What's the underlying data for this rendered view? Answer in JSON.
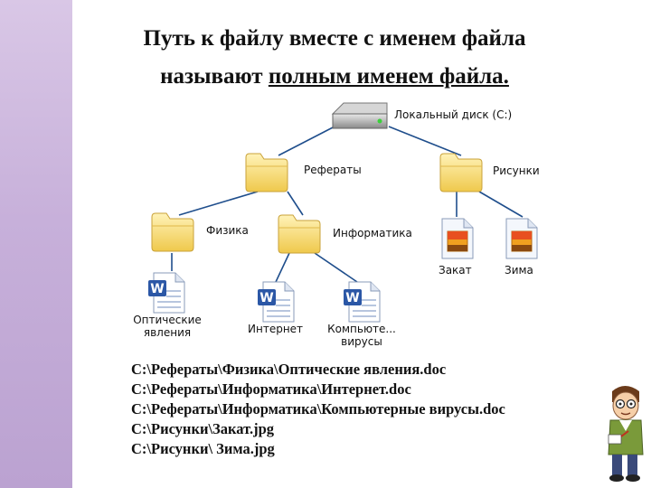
{
  "title": {
    "line1": "Путь к файлу вместе с именем файла",
    "line2_prefix": "называют ",
    "line2_underlined": "полным именем файла."
  },
  "tree": {
    "drive": "Локальный диск (C:)",
    "folder_referaty": "Рефераты",
    "folder_risunki": "Рисунки",
    "folder_fizika": "Физика",
    "folder_informatika": "Информатика",
    "file_zakat": "Закат",
    "file_zima": "Зима",
    "file_opticheskie_l1": "Оптические",
    "file_opticheskie_l2": "явления",
    "file_internet": "Интернет",
    "file_kompyuternye_l1": "Компьюте...",
    "file_kompyuternye_l2": "вирусы"
  },
  "paths": [
    "C:\\Рефераты\\Физика\\Оптические явления.doc",
    "C:\\Рефераты\\Информатика\\Интернет.doc",
    "C:\\Рефераты\\Информатика\\Компьютерные вирусы.doc",
    "C:\\Рисунки\\Закат.jpg",
    "C:\\Рисунки\\ Зима.jpg"
  ],
  "colors": {
    "sidebar": "#c7b0da",
    "tree_line": "#1f4e8c",
    "folder": "#f5d76e",
    "word_blue": "#2b57a6"
  },
  "icons": [
    "hard-drive-icon",
    "folder-icon",
    "word-document-icon",
    "image-file-icon",
    "cartoon-character"
  ]
}
